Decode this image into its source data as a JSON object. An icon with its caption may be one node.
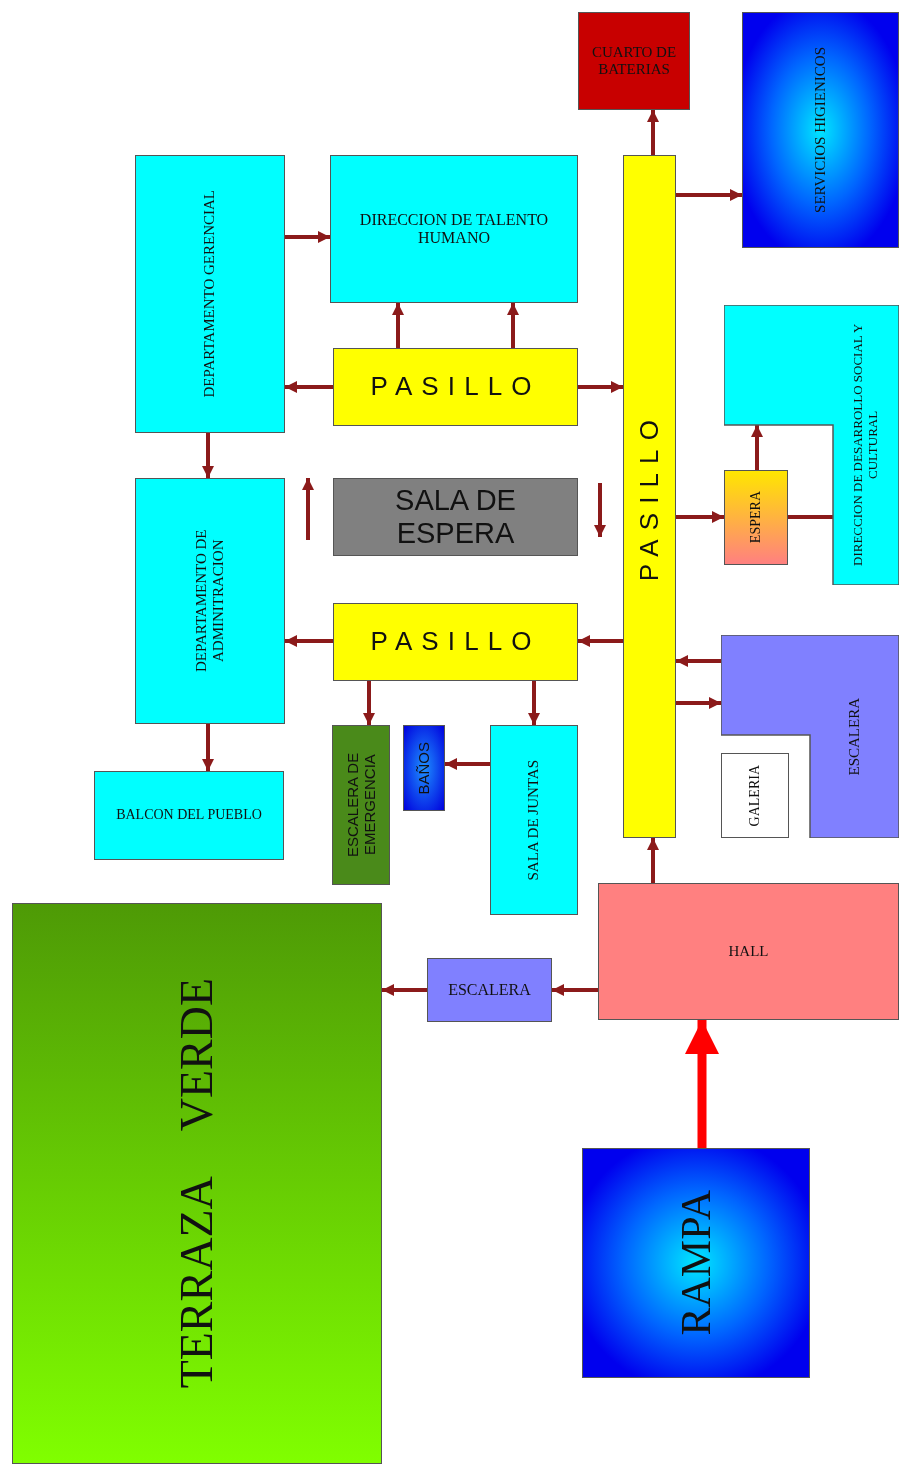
{
  "diagram": {
    "nodes": [
      {
        "text": [
          "CUARTO DE BATERIAS"
        ]
      },
      {
        "text": [
          "SERVICIOS HIGIENICOS"
        ]
      },
      {
        "text": [
          "DEPARTAMENTO GERENCIAL"
        ]
      },
      {
        "text": [
          "DIRECCION DE TALENTO HUMANO"
        ]
      },
      {
        "text": [
          "PASILLO"
        ]
      },
      {
        "text": [
          "PASILLO"
        ]
      },
      {
        "text": [
          "DIRECCION DE DESARROLLO SOCIAL Y CULTURAL"
        ]
      },
      {
        "text": [
          "DEPARTAMENTO DE ADMINITRACION"
        ]
      },
      {
        "text": [
          "SALA DE ESPERA"
        ]
      },
      {
        "text": [
          "ESPERA"
        ]
      },
      {
        "text": [
          "PASILLO"
        ]
      },
      {
        "text": [
          "ESCALERA"
        ]
      },
      {
        "text": [
          "BALCON DEL PUEBLO"
        ]
      },
      {
        "text": [
          "ESCALERA DE EMERGENCIA"
        ]
      },
      {
        "text": [
          "BAÑOS"
        ]
      },
      {
        "text": [
          "SALA DE JUNTAS"
        ]
      },
      {
        "text": [
          "GALERIA"
        ]
      },
      {
        "text": [
          "HALL"
        ]
      },
      {
        "text": [
          "TERRAZA VERDE"
        ]
      },
      {
        "text": [
          "ESCALERA"
        ]
      },
      {
        "text": [
          "RAMPA"
        ]
      }
    ],
    "edges": [
      {
        "from": 4,
        "to": 0,
        "arrow": "to"
      },
      {
        "from": 4,
        "to": 1,
        "arrow": "to"
      },
      {
        "from": 2,
        "to": 3,
        "arrow": "to"
      },
      {
        "from": 5,
        "to": 3,
        "arrow": "to"
      },
      {
        "from": 5,
        "to": 3,
        "arrow": "to"
      },
      {
        "from": 5,
        "to": 2,
        "arrow": "to"
      },
      {
        "from": 5,
        "to": 4,
        "arrow": "to"
      },
      {
        "from": 2,
        "to": 7,
        "arrow": "to"
      },
      {
        "from": 4,
        "to": 9,
        "arrow": "to"
      },
      {
        "from": 9,
        "to": 6,
        "arrow": "to"
      },
      {
        "from": 9,
        "to": 6,
        "arrow": "to"
      },
      {
        "from": 4,
        "to": 10,
        "arrow": "to"
      },
      {
        "from": 10,
        "to": 7,
        "arrow": "to"
      },
      {
        "from": 11,
        "to": 4,
        "arrow": "to"
      },
      {
        "from": 4,
        "to": 11,
        "arrow": "to"
      },
      {
        "from": 10,
        "to": 13,
        "arrow": "to"
      },
      {
        "from": 10,
        "to": 15,
        "arrow": "to"
      },
      {
        "from": 15,
        "to": 14,
        "arrow": "to"
      },
      {
        "from": 7,
        "to": 12,
        "arrow": "to"
      },
      {
        "from": 17,
        "to": 4,
        "arrow": "to"
      },
      {
        "from": 17,
        "to": 19,
        "arrow": "to"
      },
      {
        "from": 19,
        "to": 18,
        "arrow": "to"
      },
      {
        "from": 20,
        "to": 17,
        "arrow": "to",
        "style": "thick",
        "color": "#ff0000"
      }
    ]
  }
}
